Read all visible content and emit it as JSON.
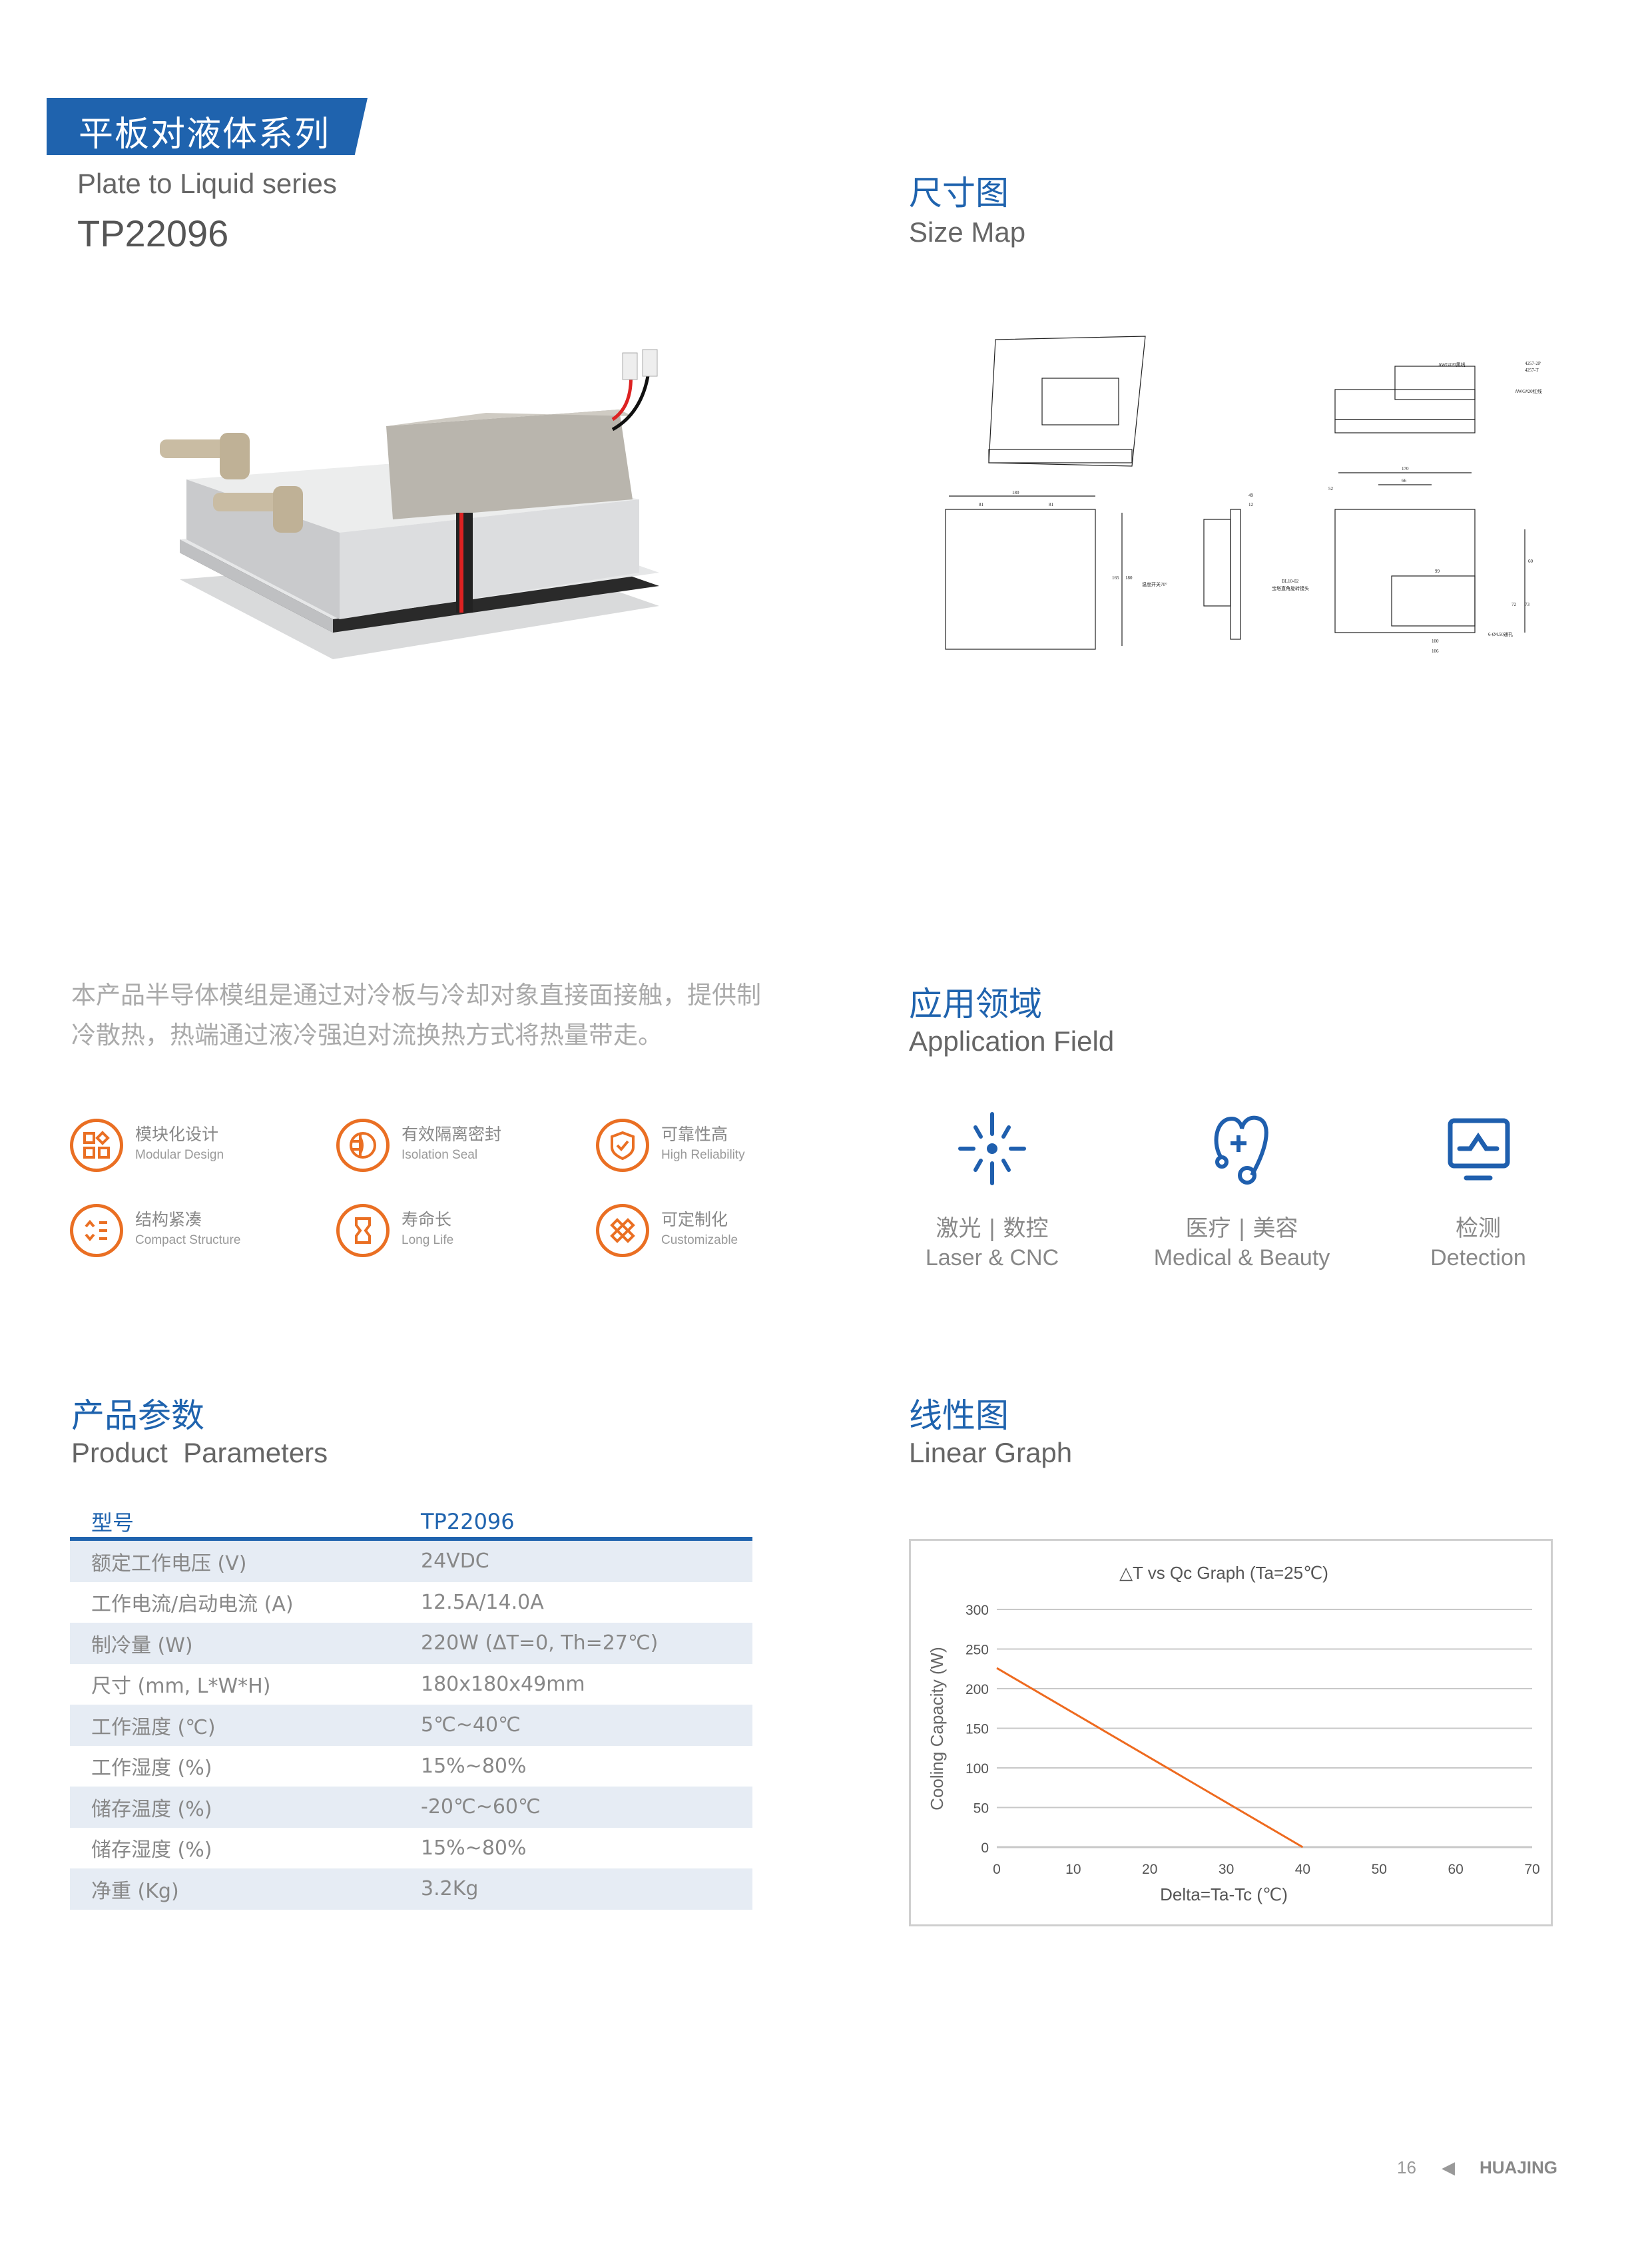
{
  "header": {
    "series_cn": "平板对液体系列",
    "series_en": "Plate to Liquid series",
    "model": "TP22096"
  },
  "size_map": {
    "title_cn": "尺寸图",
    "title_en": "Size Map",
    "labels": [
      "AWG#20黑线",
      "4257-2P",
      "4257-T",
      "AWG#20红线",
      "180",
      "81",
      "81",
      "165",
      "180",
      "49",
      "12",
      "温度开关70°",
      "170",
      "66",
      "52",
      "60",
      "99",
      "72",
      "73",
      "100",
      "106",
      "BL10-02",
      "宝塔直角旋转接头",
      "6-Ø4.50通孔"
    ]
  },
  "description": "本产品半导体模组是通过对冷板与冷却对象直接面接触，提供制冷散热，热端通过液冷强迫对流换热方式将热量带走。",
  "features": [
    {
      "cn": "模块化设计",
      "en": "Modular Design",
      "icon": "modules-icon"
    },
    {
      "cn": "有效隔离密封",
      "en": "Isolation Seal",
      "icon": "seal-icon"
    },
    {
      "cn": "可靠性高",
      "en": "High Reliability",
      "icon": "shield-check-icon"
    },
    {
      "cn": "结构紧凑",
      "en": "Compact Structure",
      "icon": "compact-icon"
    },
    {
      "cn": "寿命长",
      "en": "Long Life",
      "icon": "hourglass-icon"
    },
    {
      "cn": "可定制化",
      "en": "Customizable",
      "icon": "tools-icon"
    }
  ],
  "application": {
    "title_cn": "应用领域",
    "title_en": "Application Field",
    "items": [
      {
        "cn": "激光 | 数控",
        "en": "Laser & CNC",
        "icon": "laser-icon"
      },
      {
        "cn": "医疗 | 美容",
        "en": "Medical & Beauty",
        "icon": "medical-heart-icon"
      },
      {
        "cn": "检测",
        "en": "Detection",
        "icon": "monitor-icon"
      }
    ]
  },
  "params": {
    "title_cn": "产品参数",
    "title_en": "Product  Parameters",
    "header": [
      "型号",
      "TP22096"
    ],
    "rows": [
      [
        "额定工作电压 (V)",
        "24VDC"
      ],
      [
        "工作电流/启动电流 (A)",
        "12.5A/14.0A"
      ],
      [
        "制冷量 (W)",
        "220W (ΔT=0,  Th=27℃)"
      ],
      [
        "尺寸 (mm,  L*W*H)",
        "180x180x49mm"
      ],
      [
        "工作温度 (℃)",
        "5℃~40℃"
      ],
      [
        "工作湿度 (%)",
        "15%~80%"
      ],
      [
        "储存温度 (%)",
        "-20℃~60℃"
      ],
      [
        "储存湿度 (%)",
        "15%~80%"
      ],
      [
        "净重 (Kg)",
        "3.2Kg"
      ]
    ]
  },
  "graph": {
    "title_cn": "线性图",
    "title_en": "Linear Graph"
  },
  "chart_data": {
    "type": "line",
    "title": "△T vs Qc Graph (Ta=25℃)",
    "xlabel": "Delta=Ta-Tc (℃)",
    "ylabel": "Cooling Capacity (W)",
    "xlim": [
      0,
      70
    ],
    "ylim": [
      0,
      300
    ],
    "xticks": [
      0,
      10,
      20,
      30,
      40,
      50,
      60,
      70
    ],
    "yticks": [
      0,
      50,
      100,
      150,
      200,
      250,
      300
    ],
    "grid": "horizontal",
    "series": [
      {
        "name": "Qc",
        "color": "#ee6a1f",
        "x": [
          0,
          40
        ],
        "y": [
          226,
          0
        ]
      }
    ]
  },
  "footer": {
    "page": "16",
    "brand": "HUAJING"
  },
  "colors": {
    "brand_blue": "#1f63ae",
    "accent_orange": "#ea6f23"
  }
}
